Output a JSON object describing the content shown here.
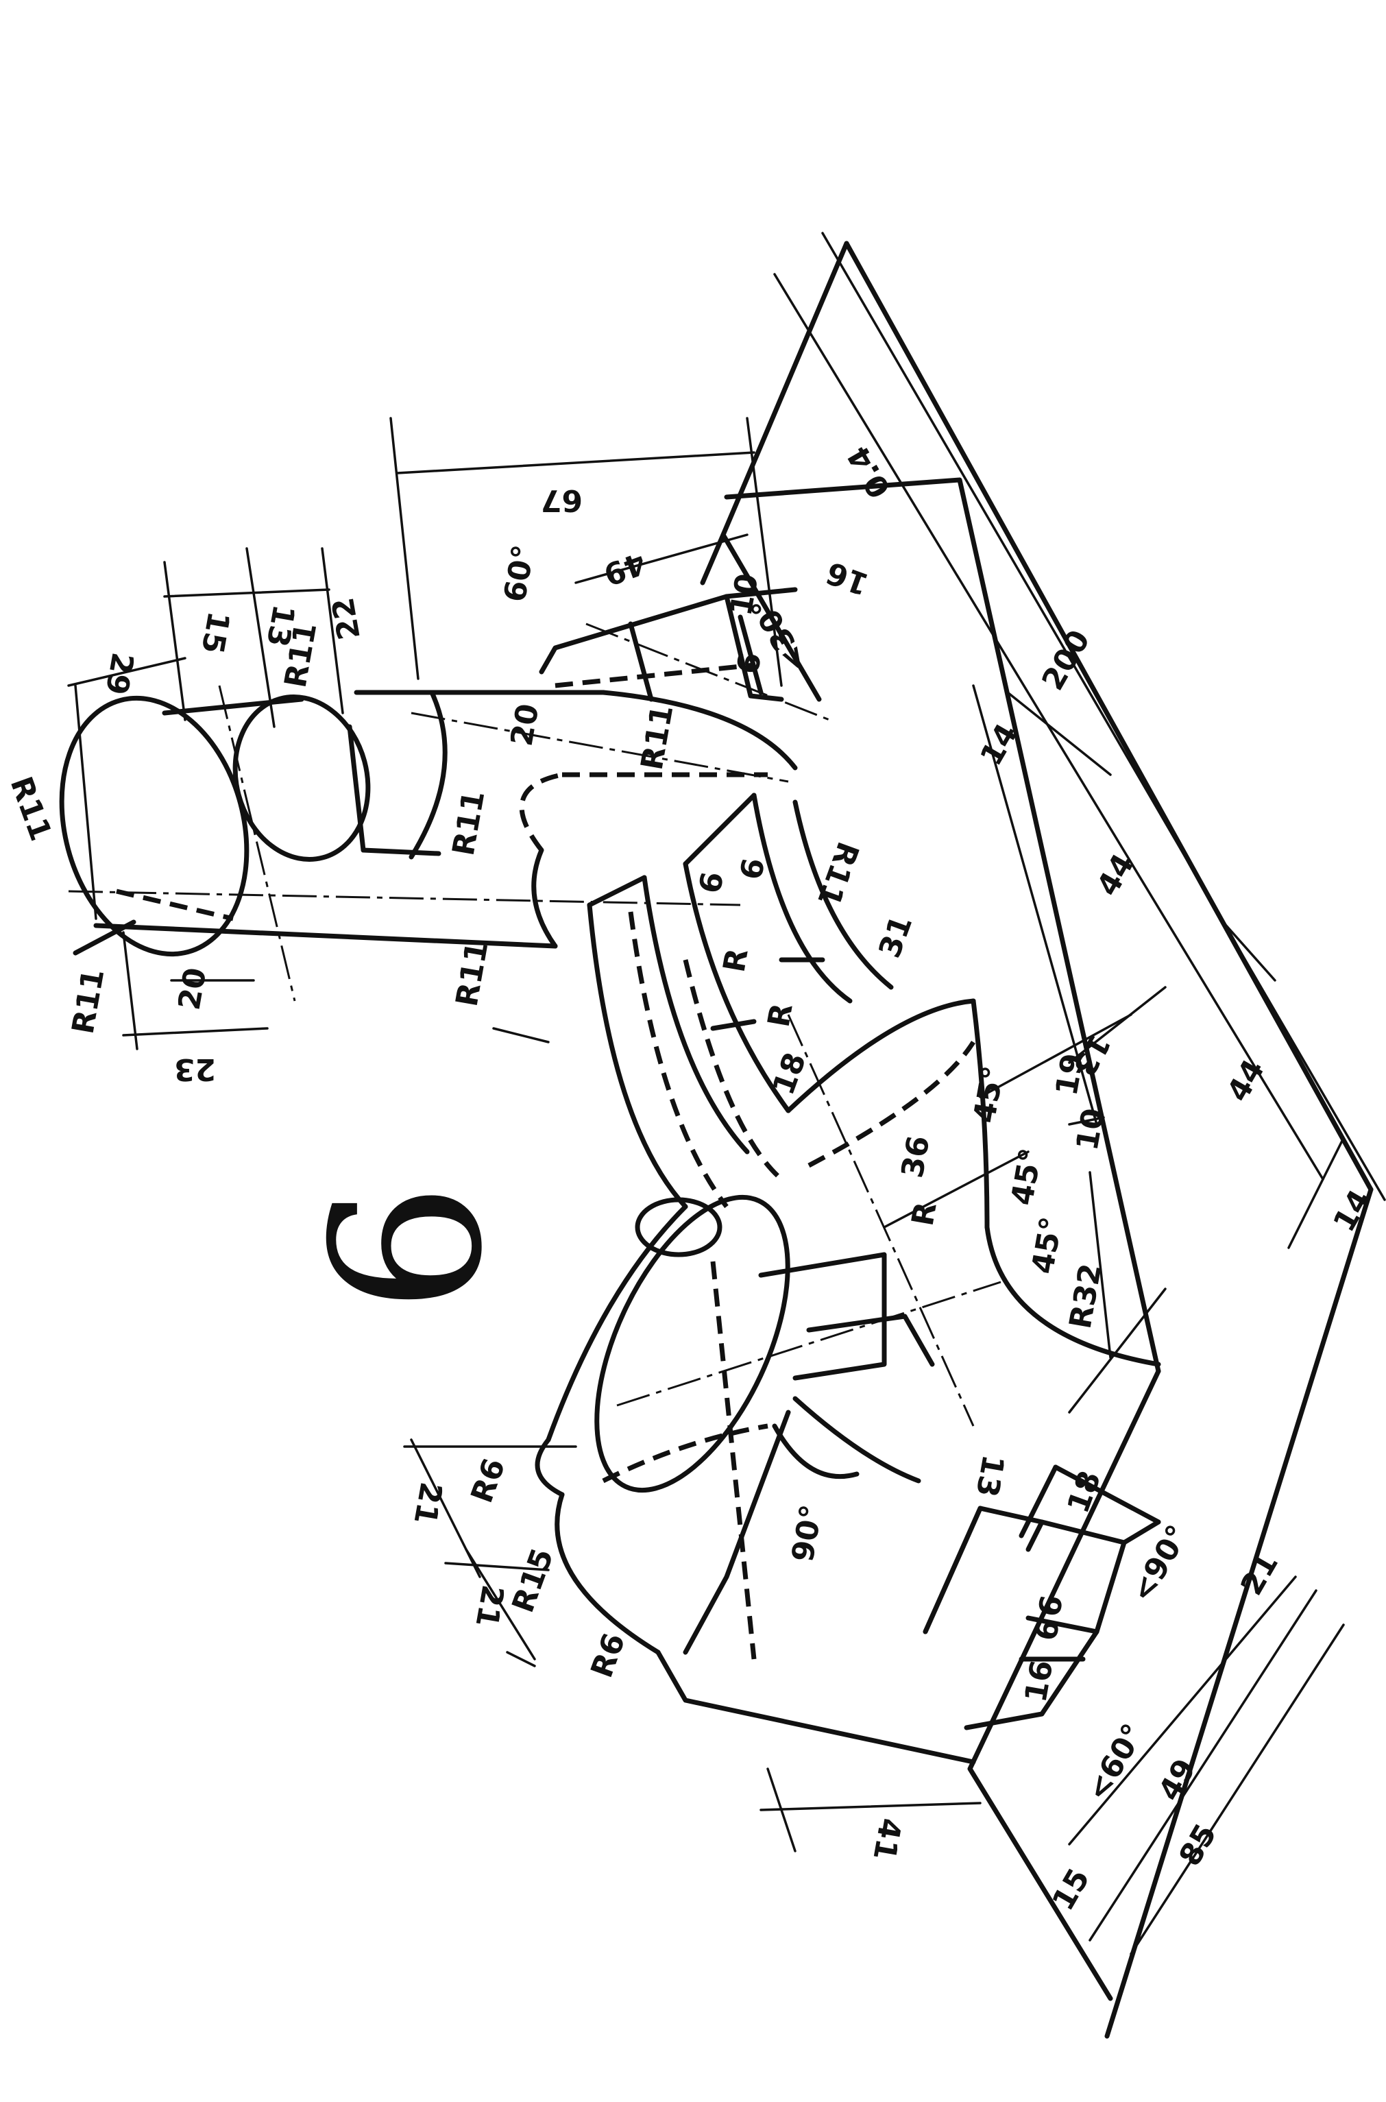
{
  "sheet": {
    "page_number": "9"
  },
  "colors": {
    "ink": "#111111",
    "paper": "#ffffff"
  },
  "labels": {
    "l67": "67",
    "l49a": "49",
    "l60a": "60°",
    "l16a": "16",
    "l04": "0.4",
    "l30": "<30°",
    "l200": "200",
    "l14a": "14",
    "l44a": "44",
    "l44b": "44",
    "l14b": "14",
    "l20a": "20",
    "l29": "29",
    "l15a": "15",
    "l13a": "13",
    "l22": "22",
    "r11a": "R11",
    "r11b": "R11",
    "r11c": "R11",
    "r11d": "R11",
    "r11e": "R11",
    "r11f": "R11",
    "r11g": "R11",
    "l20b": "20",
    "l23": "23",
    "l6a": "6",
    "l6b": "6",
    "l6c": "6",
    "l10a": "10",
    "ra": "R",
    "rb": "R",
    "rc": "R",
    "l18a": "18",
    "l31": "31",
    "l36": "36",
    "l13b": "13",
    "l19": "19",
    "l10b": "10",
    "l45a": "45°",
    "l45b": "45°",
    "l45c": "45°",
    "r32": "R32",
    "l13c": "13",
    "l18b": "18",
    "l90a": "<90°",
    "l21a": "21",
    "l21b": "21",
    "l21c": "21",
    "r6a": "R6",
    "r6b": "R6",
    "r15": "R15",
    "l90b": "90°",
    "l16b": "16",
    "l6d": "6",
    "l6e": "6",
    "l60b": "<60°",
    "l41": "41",
    "l49b": "49",
    "l85": "85",
    "l15b": "15"
  }
}
